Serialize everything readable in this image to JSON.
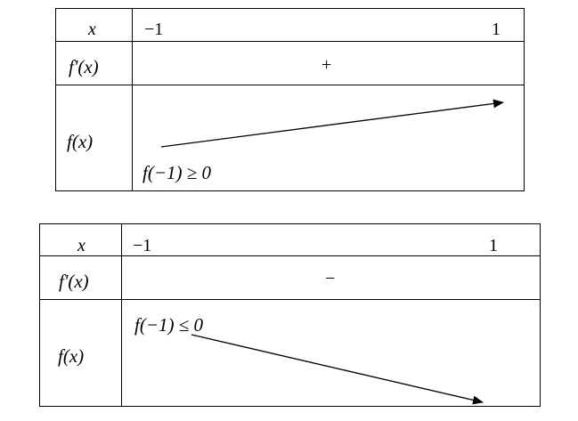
{
  "tables": [
    {
      "label_x": "x",
      "label_fprime": "f'(x)",
      "label_f": "f(x)",
      "x_start": "−1",
      "x_end": "1",
      "sign": "+",
      "start_value": "f(−1) ≥ 0",
      "direction": "increasing"
    },
    {
      "label_x": "x",
      "label_fprime": "f'(x)",
      "label_f": "f(x)",
      "x_start": "−1",
      "x_end": "1",
      "sign": "−",
      "start_value": "f(−1) ≤ 0",
      "direction": "decreasing"
    }
  ]
}
